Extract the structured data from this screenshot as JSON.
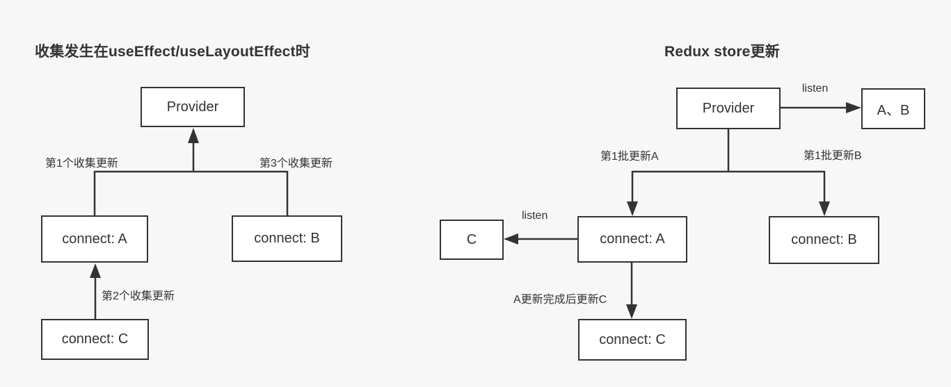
{
  "canvas": {
    "background": "#f7f7f7",
    "line_color": "#333333",
    "box_fill": "#ffffff",
    "text_color": "#333333"
  },
  "left_diagram": {
    "title": "收集发生在useEffect/useLayoutEffect时",
    "nodes": {
      "provider": "Provider",
      "connect_a": "connect: A",
      "connect_b": "connect: B",
      "connect_c": "connect: C"
    },
    "labels": {
      "first_collect": "第1个收集更新",
      "second_collect": "第2个收集更新",
      "third_collect": "第3个收集更新"
    }
  },
  "right_diagram": {
    "title": "Redux store更新",
    "nodes": {
      "provider": "Provider",
      "ab": "A、B",
      "c": "C",
      "connect_a": "connect: A",
      "connect_b": "connect: B",
      "connect_c": "connect: C"
    },
    "labels": {
      "listen_top": "listen",
      "listen_left": "listen",
      "batch_update_a": "第1批更新A",
      "batch_update_b": "第1批更新B",
      "after_a_update_c": "A更新完成后更新C"
    }
  }
}
